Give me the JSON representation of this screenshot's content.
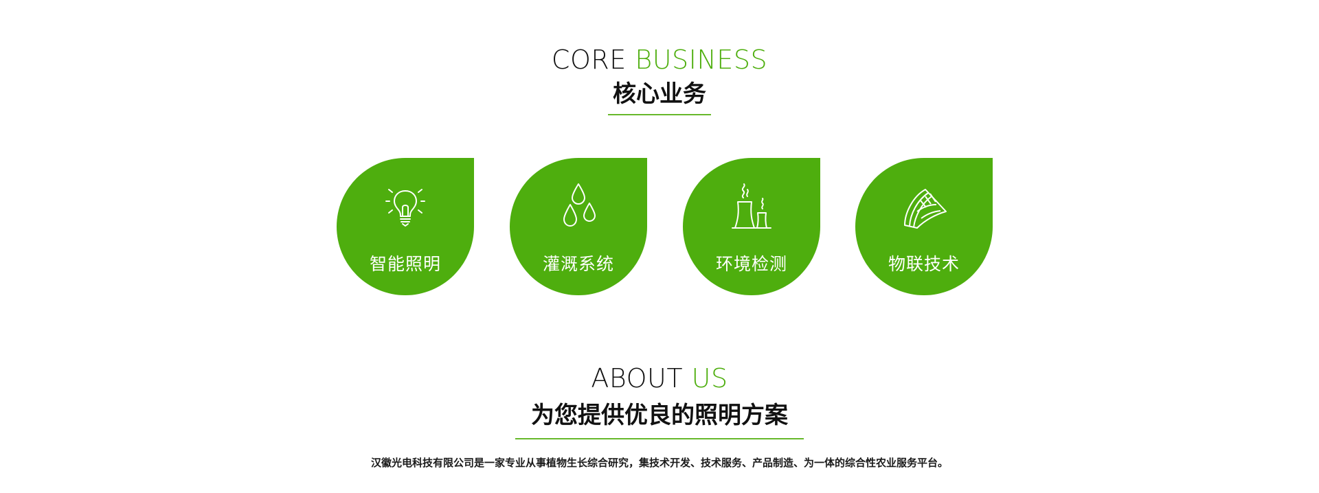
{
  "core_business": {
    "title_en_part1": "CORE ",
    "title_en_part2": "BUSINESS",
    "title_cn": "核心业务"
  },
  "cards": [
    {
      "label": "智能照明",
      "icon": "lightbulb-icon"
    },
    {
      "label": "灌溉系统",
      "icon": "water-drops-icon"
    },
    {
      "label": "环境检测",
      "icon": "factory-chimney-icon"
    },
    {
      "label": "物联技术",
      "icon": "solar-panel-icon"
    }
  ],
  "about_us": {
    "title_en_part1": "ABOUT ",
    "title_en_part2": "US",
    "title_cn": "为您提供优良的照明方案",
    "description": "汉徽光电科技有限公司是一家专业从事植物生长综合研究，集技术开发、技术服务、产品制造、为一体的综合性农业服务平台。"
  },
  "colors": {
    "accent": "#4eae0e",
    "underline": "#66b82a",
    "card_text": "#ffffff"
  }
}
